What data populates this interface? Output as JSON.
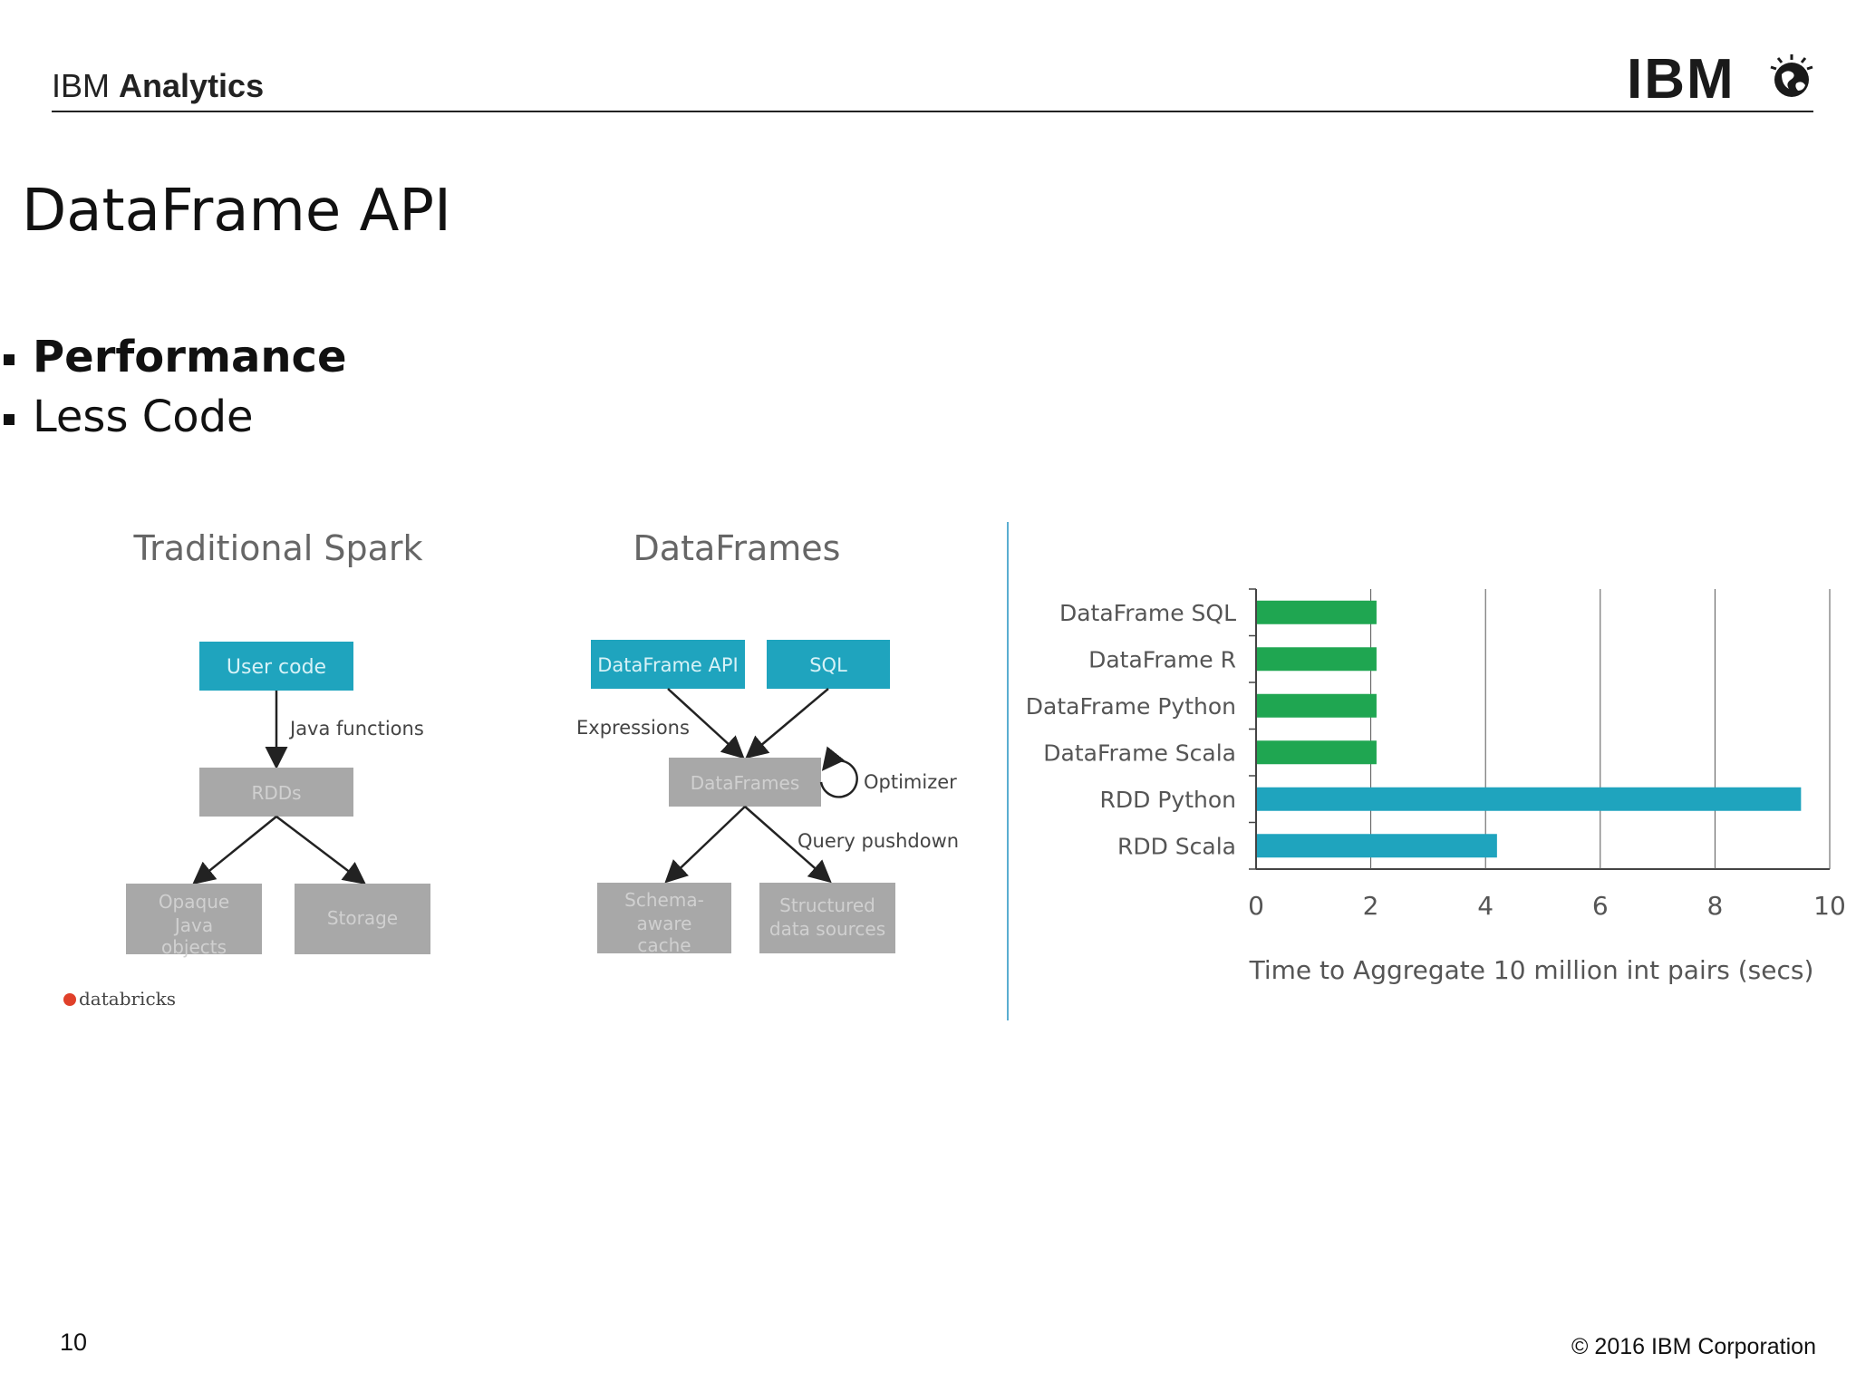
{
  "header": {
    "brand_prefix": "IBM",
    "brand_bold": "Analytics",
    "logo_text": "IBM"
  },
  "slide": {
    "title": "DataFrame API",
    "bullets": [
      "Performance",
      "Less Code"
    ]
  },
  "diagram_left": {
    "title": "Traditional Spark",
    "user_code": "User code",
    "edge_label": "Java functions",
    "rdds": "RDDs",
    "leaf1": [
      "Opaque",
      "Java",
      "objects"
    ],
    "leaf2": "Storage"
  },
  "diagram_right": {
    "title": "DataFrames",
    "api": "DataFrame API",
    "sql": "SQL",
    "expressions": "Expressions",
    "dataframes": "DataFrames",
    "optimizer": "Optimizer",
    "pushdown": "Query pushdown",
    "leaf1": [
      "Schema-",
      "aware",
      "cache"
    ],
    "leaf2": [
      "Structured",
      "data sources"
    ]
  },
  "databricks": "databricks",
  "chart_data": {
    "type": "bar",
    "orientation": "horizontal",
    "categories": [
      "DataFrame SQL",
      "DataFrame R",
      "DataFrame Python",
      "DataFrame Scala",
      "RDD Python",
      "RDD Scala"
    ],
    "values": [
      2.1,
      2.1,
      2.1,
      2.1,
      9.5,
      4.2
    ],
    "bar_colors": [
      "#1fa651",
      "#1fa651",
      "#1fa651",
      "#1fa651",
      "#1fa4be",
      "#1fa4be"
    ],
    "xlabel": "Time to Aggregate 10 million int pairs (secs)",
    "xlim": [
      0,
      10
    ],
    "xticks": [
      "0",
      "2",
      "4",
      "6",
      "8",
      "10"
    ],
    "grid": true
  },
  "footer": {
    "page": "10",
    "copyright": "© 2016 IBM Corporation"
  },
  "colors": {
    "teal": "#1fa4be",
    "green": "#1fa651",
    "gray_box": "#a8a8a8",
    "divider": "#5aaed1"
  }
}
